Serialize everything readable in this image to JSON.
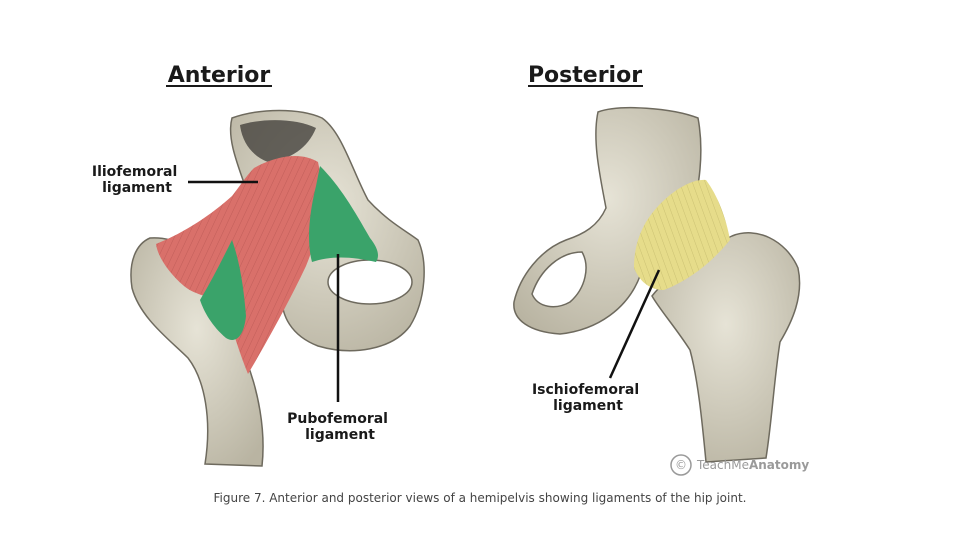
{
  "figure": {
    "anterior_heading": "Anterior",
    "posterior_heading": "Posterior",
    "labels": {
      "iliofemoral": [
        "Iliofemoral",
        "ligament"
      ],
      "pubofemoral": [
        "Pubofemoral",
        "ligament"
      ],
      "ischiofemoral": [
        "Ischiofemoral",
        "ligament"
      ]
    },
    "caption": "Figure 7. Anterior and posterior views of a hemipelvis showing ligaments of the hip joint.",
    "watermark": {
      "symbol": "©",
      "prefix": "TeachMe",
      "suffix": "Anatomy"
    },
    "colors": {
      "iliofemoral": "#d9706a",
      "pubofemoral": "#3aa36a",
      "ischiofemoral": "#e6dc8a",
      "bone": "#d8d4c4"
    }
  }
}
